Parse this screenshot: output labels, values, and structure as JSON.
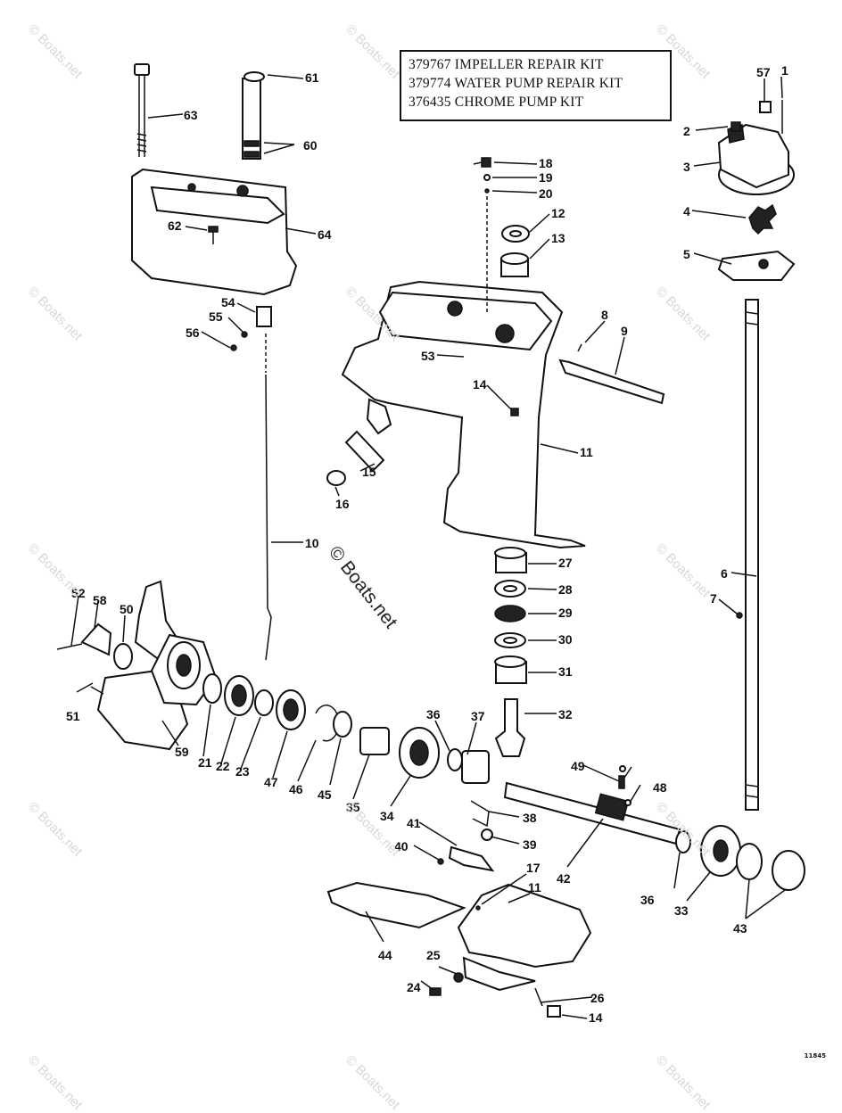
{
  "kits": [
    {
      "number": "379767",
      "name": "IMPELLER REPAIR KIT"
    },
    {
      "number": "379774",
      "name": "WATER PUMP REPAIR KIT"
    },
    {
      "number": "376435",
      "name": "CHROME PUMP KIT"
    }
  ],
  "watermark_text": "© Boats.net",
  "center_watermark": "© Boats.net",
  "plate_number": "11845",
  "callouts": [
    "1",
    "2",
    "3",
    "4",
    "5",
    "6",
    "7",
    "8",
    "9",
    "10",
    "11",
    "11",
    "12",
    "13",
    "14",
    "14",
    "15",
    "16",
    "17",
    "18",
    "19",
    "20",
    "21",
    "22",
    "23",
    "24",
    "25",
    "26",
    "27",
    "28",
    "29",
    "30",
    "31",
    "32",
    "33",
    "34",
    "35",
    "36",
    "36",
    "37",
    "38",
    "39",
    "40",
    "41",
    "42",
    "43",
    "44",
    "45",
    "46",
    "47",
    "48",
    "49",
    "50",
    "51",
    "52",
    "53",
    "54",
    "55",
    "56",
    "57",
    "58",
    "59",
    "60",
    "61",
    "62",
    "63",
    "64"
  ]
}
